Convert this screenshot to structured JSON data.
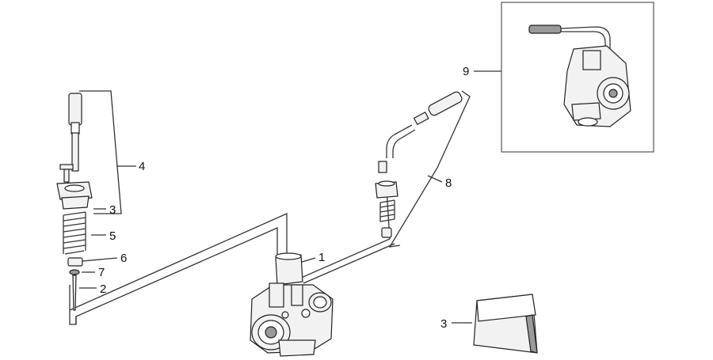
{
  "callouts": [
    {
      "id": "c4",
      "text": "4"
    },
    {
      "id": "c3a",
      "text": "3"
    },
    {
      "id": "c5",
      "text": "5"
    },
    {
      "id": "c6",
      "text": "6"
    },
    {
      "id": "c7",
      "text": "7"
    },
    {
      "id": "c2",
      "text": "2"
    },
    {
      "id": "c1",
      "text": "1"
    },
    {
      "id": "c8",
      "text": "8"
    },
    {
      "id": "c9",
      "text": "9"
    },
    {
      "id": "c3b",
      "text": "3"
    }
  ]
}
